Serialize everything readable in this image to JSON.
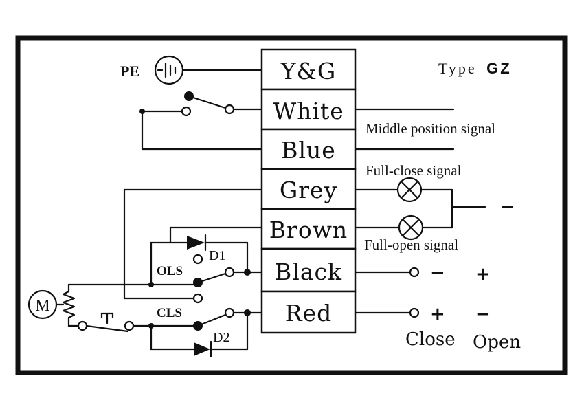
{
  "type_label": {
    "prefix": "Type",
    "model": "GZ"
  },
  "pe_label": "PE",
  "terminals": [
    "Y&G",
    "White",
    "Blue",
    "Grey",
    "Brown",
    "Black",
    "Red"
  ],
  "signals": {
    "middle": "Middle position signal",
    "full_close": "Full-close signal",
    "full_open": "Full-open signal"
  },
  "components": {
    "d1": "D1",
    "d2": "D2",
    "ols": "OLS",
    "cls": "CLS",
    "motor": "M"
  },
  "polarity": {
    "lamp_common": "−",
    "black_close": "−",
    "black_open": "+",
    "red_close": "+",
    "red_open": "−"
  },
  "legend": {
    "close": "Close",
    "open": "Open"
  }
}
